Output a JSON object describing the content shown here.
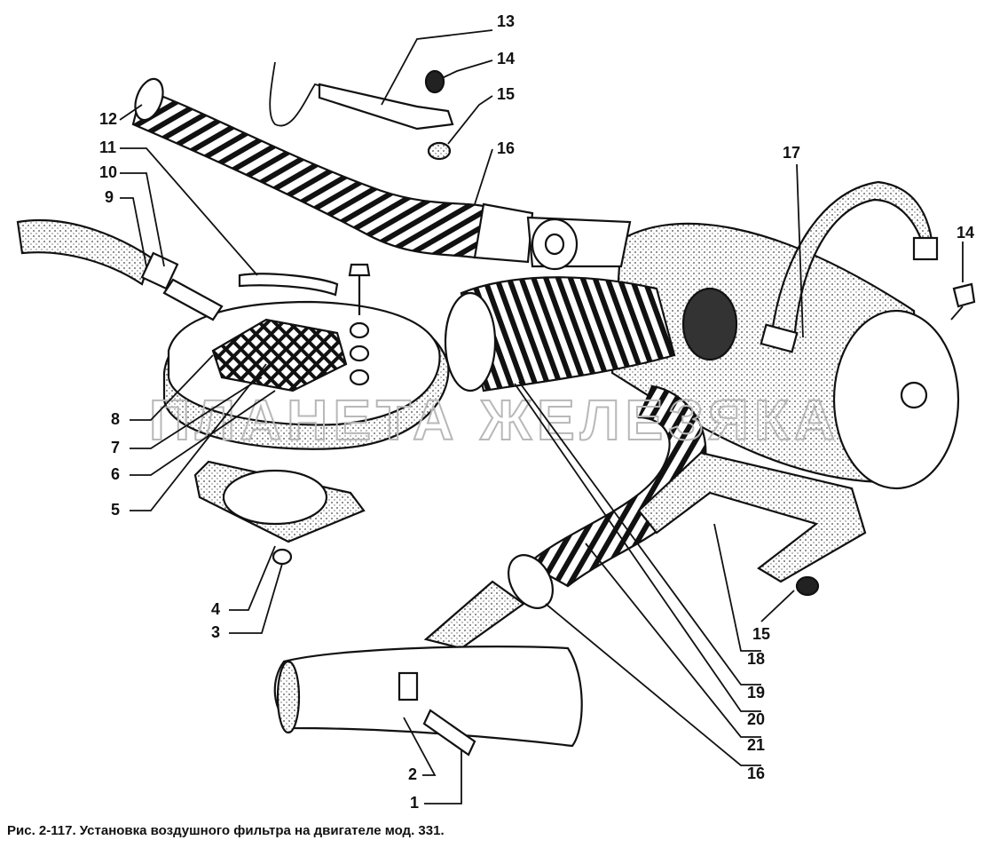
{
  "caption": "Рис. 2-117. Установка воздушного фильтра на двигателе мод. 331.",
  "watermark": "ПЛАНЕТА ЖЕЛЕЗЯКА",
  "colors": {
    "ink": "#111111",
    "paper": "#ffffff",
    "watermark": "#b8b8b8",
    "shade": "#cfcfcf"
  },
  "callouts": [
    {
      "label": "1"
    },
    {
      "label": "2"
    },
    {
      "label": "3"
    },
    {
      "label": "4"
    },
    {
      "label": "5"
    },
    {
      "label": "6"
    },
    {
      "label": "7"
    },
    {
      "label": "8"
    },
    {
      "label": "9"
    },
    {
      "label": "10"
    },
    {
      "label": "11"
    },
    {
      "label": "12"
    },
    {
      "label": "13"
    },
    {
      "label": "14"
    },
    {
      "label": "15"
    },
    {
      "label": "16"
    },
    {
      "label": "17"
    },
    {
      "label": "14"
    },
    {
      "label": "15"
    },
    {
      "label": "18"
    },
    {
      "label": "19"
    },
    {
      "label": "20"
    },
    {
      "label": "21"
    },
    {
      "label": "16"
    }
  ]
}
